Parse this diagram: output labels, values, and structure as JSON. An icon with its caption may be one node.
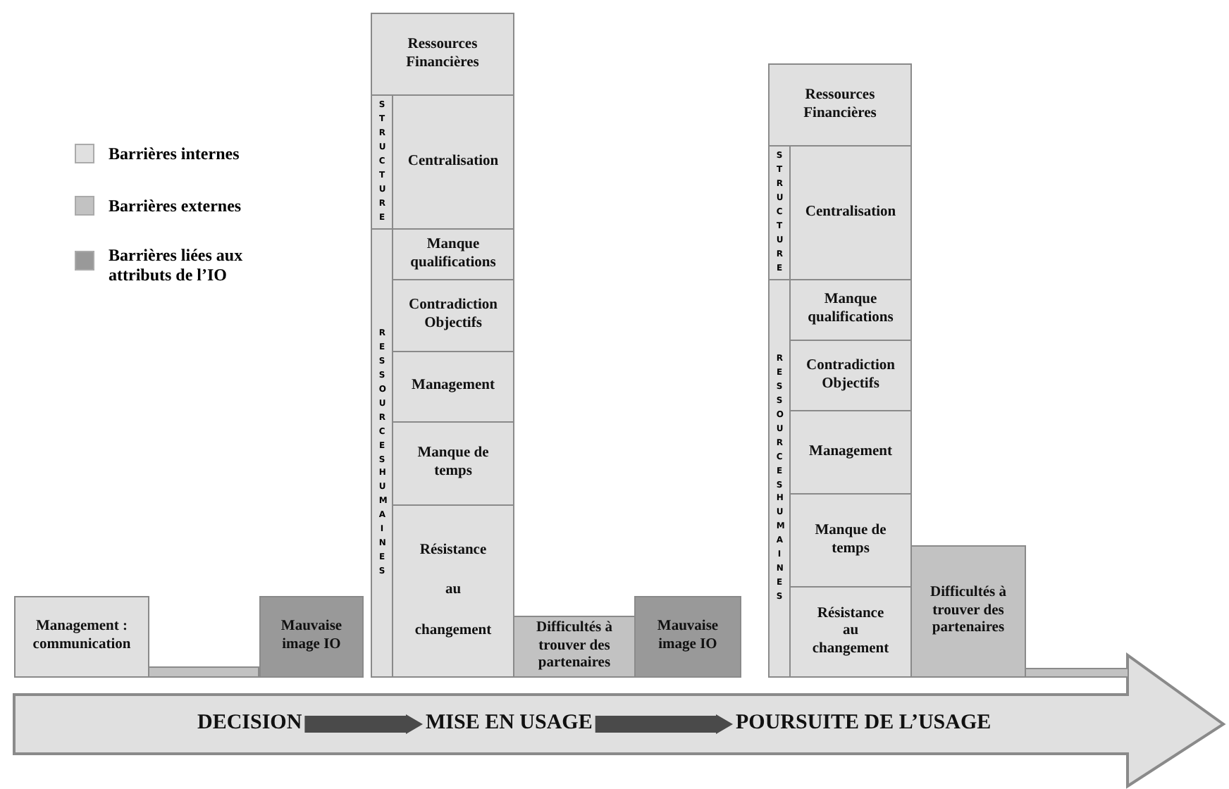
{
  "diagram": {
    "nodes": [
      {
        "text": [
          "Management : communication"
        ]
      },
      {
        "text": [],
        "shape": "bar"
      },
      {
        "text": [
          "Mauvaise image IO"
        ]
      },
      {
        "text": [
          "Ressources Financières"
        ]
      },
      {
        "text": [
          "STRUCTURE"
        ]
      },
      {
        "text": [
          "Centralisation"
        ]
      },
      {
        "text": [
          "RESSOURCES HUMAINES"
        ]
      },
      {
        "text": [
          "Manque qualifications"
        ]
      },
      {
        "text": [
          "Contradiction Objectifs"
        ]
      },
      {
        "text": [
          "Management"
        ]
      },
      {
        "text": [
          "Manque de temps"
        ]
      },
      {
        "text": [
          "Résistance au changement"
        ]
      },
      {
        "text": [
          "Difficultés à trouver des partenaires"
        ]
      },
      {
        "text": [
          "Mauvaise image IO"
        ]
      },
      {
        "text": [
          "Ressources Financières"
        ]
      },
      {
        "text": [
          "STRUCTURE"
        ]
      },
      {
        "text": [
          "Centralisation"
        ]
      },
      {
        "text": [
          "RESSOURCES HUMAINES"
        ]
      },
      {
        "text": [
          "Manque qualifications"
        ]
      },
      {
        "text": [
          "Contradiction Objectifs"
        ]
      },
      {
        "text": [
          "Management"
        ]
      },
      {
        "text": [
          "Manque de temps"
        ]
      },
      {
        "text": [
          "Résistance au changement"
        ]
      },
      {
        "text": [
          "Difficultés à trouver des partenaires"
        ]
      },
      {
        "text": [],
        "shape": "bar"
      },
      {
        "text": [
          "DECISION"
        ]
      },
      {
        "text": [
          "MISE EN USAGE"
        ]
      },
      {
        "text": [
          "POURSUITE DE L’USAGE"
        ]
      }
    ],
    "edges": [
      {
        "from": 25,
        "to": 26,
        "arrow": "to"
      },
      {
        "from": 26,
        "to": 27,
        "arrow": "to"
      }
    ],
    "legend": [
      {
        "text": "Barrières internes",
        "color": "#e0e0e0"
      },
      {
        "text": "Barrières externes",
        "color": "#c2c2c2"
      },
      {
        "text": "Barrières liées aux attributs de l’IO",
        "color": "#999999"
      }
    ]
  }
}
